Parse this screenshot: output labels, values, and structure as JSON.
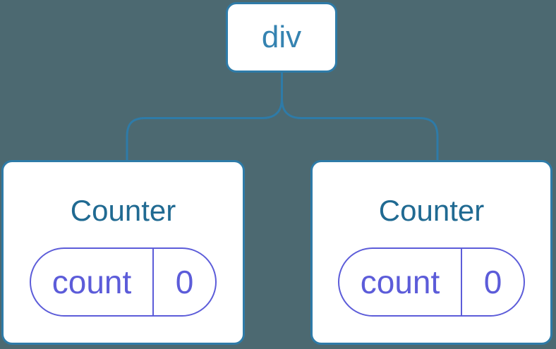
{
  "colors": {
    "bg": "#4C6971",
    "line": "#2E7BA8",
    "card-bg": "#FFFFFF",
    "node-label": "#3583B1",
    "title": "#206A92",
    "state": "#5C5CD9"
  },
  "diagram": {
    "type": "component-tree",
    "root": {
      "label": "div"
    },
    "children": [
      {
        "title": "Counter",
        "state": {
          "key": "count",
          "value": "0"
        }
      },
      {
        "title": "Counter",
        "state": {
          "key": "count",
          "value": "0"
        }
      }
    ]
  }
}
